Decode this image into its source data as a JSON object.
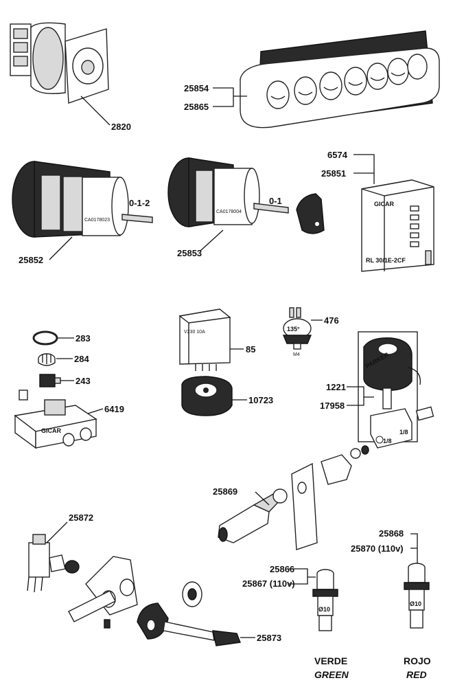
{
  "callouts": {
    "c2820": "2820",
    "c25854": "25854",
    "c25865": "25865",
    "c6574": "6574",
    "c25851": "25851",
    "c25852": "25852",
    "c25853": "25853",
    "c283": "283",
    "c284": "284",
    "c243": "243",
    "c6419": "6419",
    "c85": "85",
    "c10723": "10723",
    "c476": "476",
    "c1221": "1221",
    "c17958": "17958",
    "c25869": "25869",
    "c25872": "25872",
    "c25873": "25873",
    "c25866": "25866",
    "c25867": "25867 (110v)",
    "c25868": "25868",
    "c25870": "25870 (110v)"
  },
  "part_text": {
    "switch_positions_3": "0-1-2",
    "switch_positions_2": "0-1",
    "gicar_relay_brand": "GICAR",
    "gicar_relay_model": "RL 30/1E-2CF",
    "relay_85_rating": "V230 10A",
    "thermostat_temp": "135°",
    "thermostat_thread": "M4",
    "valve_brand": "PARKER",
    "port_1": "1/8",
    "port_2": "1/8",
    "flowmeter_brand": "GICAR",
    "green_diameter": "Ø10",
    "red_diameter": "Ø10",
    "switch_code_1": "CA0178023",
    "switch_code_2": "CA0178004"
  },
  "captions": {
    "green_es": "VERDE",
    "green_en": "GREEN",
    "red_es": "ROJO",
    "red_en": "RED"
  }
}
